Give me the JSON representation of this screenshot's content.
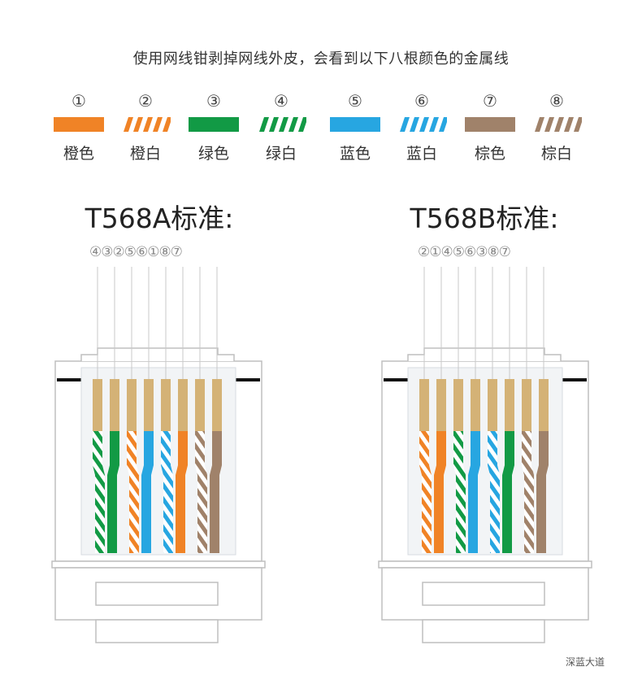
{
  "intro_text": "使用网线钳剥掉网线外皮，会看到以下八根颜色的金属线",
  "legend": [
    {
      "number": "①",
      "name": "橙色",
      "color": "#f08326",
      "striped": false
    },
    {
      "number": "②",
      "name": "橙白",
      "color": "#f08326",
      "striped": true
    },
    {
      "number": "③",
      "name": "绿色",
      "color": "#129a45",
      "striped": false
    },
    {
      "number": "④",
      "name": "绿白",
      "color": "#129a45",
      "striped": true
    },
    {
      "number": "⑤",
      "name": "蓝色",
      "color": "#27a6e1",
      "striped": false
    },
    {
      "number": "⑥",
      "name": "蓝白",
      "color": "#27a6e1",
      "striped": true
    },
    {
      "number": "⑦",
      "name": "棕色",
      "color": "#a0826a",
      "striped": false
    },
    {
      "number": "⑧",
      "name": "棕白",
      "color": "#a0826a",
      "striped": true
    }
  ],
  "standards": [
    {
      "title": "T568A标准:",
      "pin_order_label": "④③②⑤⑥①⑧⑦",
      "pin_order": [
        4,
        3,
        2,
        5,
        6,
        1,
        8,
        7
      ]
    },
    {
      "title": "T568B标准:",
      "pin_order_label": "②①④⑤⑥③⑧⑦",
      "pin_order": [
        2,
        1,
        4,
        5,
        6,
        3,
        8,
        7
      ]
    }
  ],
  "watermark": "深蓝大道",
  "colors": {
    "orange": "#f08326",
    "green": "#129a45",
    "blue": "#27a6e1",
    "brown": "#a0826a",
    "copper": "#d4b276",
    "plug_outline": "#bfbfbf"
  }
}
